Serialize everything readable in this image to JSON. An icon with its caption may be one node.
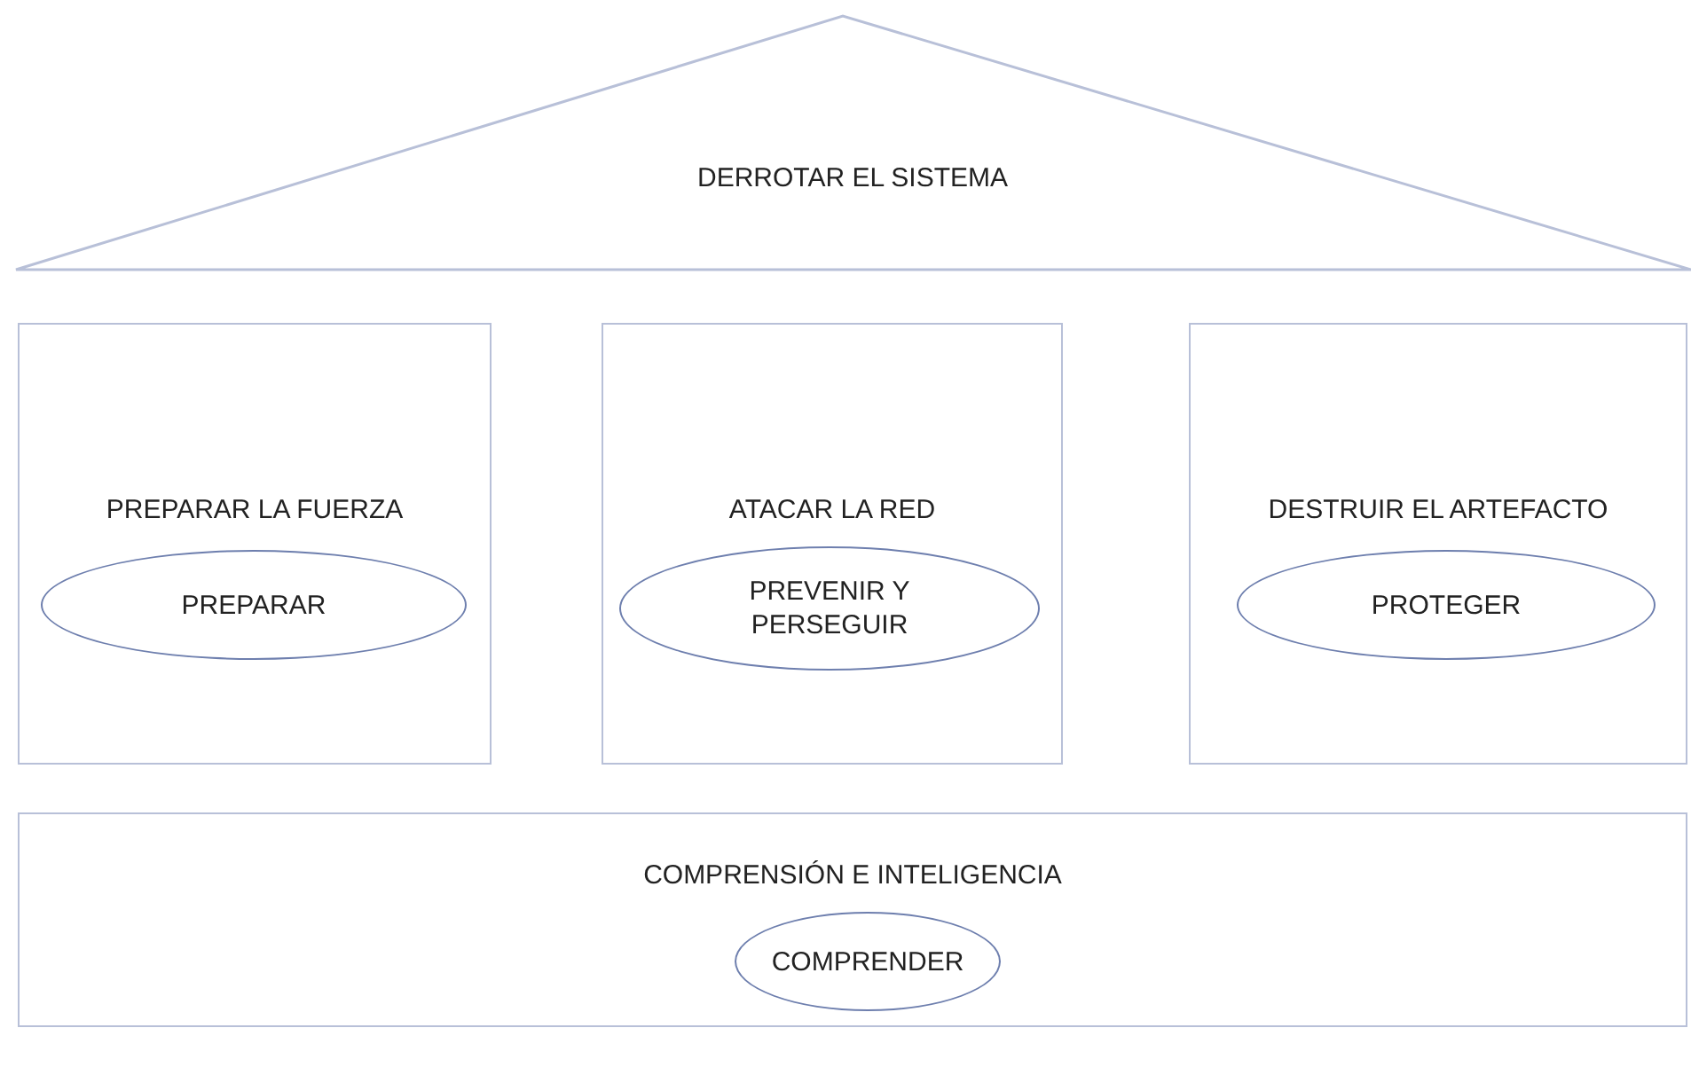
{
  "diagram": {
    "nodes": [
      {
        "text": [
          "DERROTAR EL SISTEMA"
        ]
      },
      {
        "text": [
          "PREPARAR LA FUERZA"
        ]
      },
      {
        "text": [
          "PREPARAR"
        ],
        "in": 1
      },
      {
        "text": [
          "ATACAR LA RED"
        ]
      },
      {
        "text": [
          "PREVENIR Y PERSEGUIR"
        ],
        "in": 3
      },
      {
        "text": [
          "DESTRUIR EL ARTEFACTO"
        ]
      },
      {
        "text": [
          "PROTEGER"
        ],
        "in": 5
      },
      {
        "text": [
          "COMPRENSIÓN E INTELIGENCIA"
        ]
      },
      {
        "text": [
          "COMPRENDER"
        ],
        "in": 7
      }
    ]
  }
}
